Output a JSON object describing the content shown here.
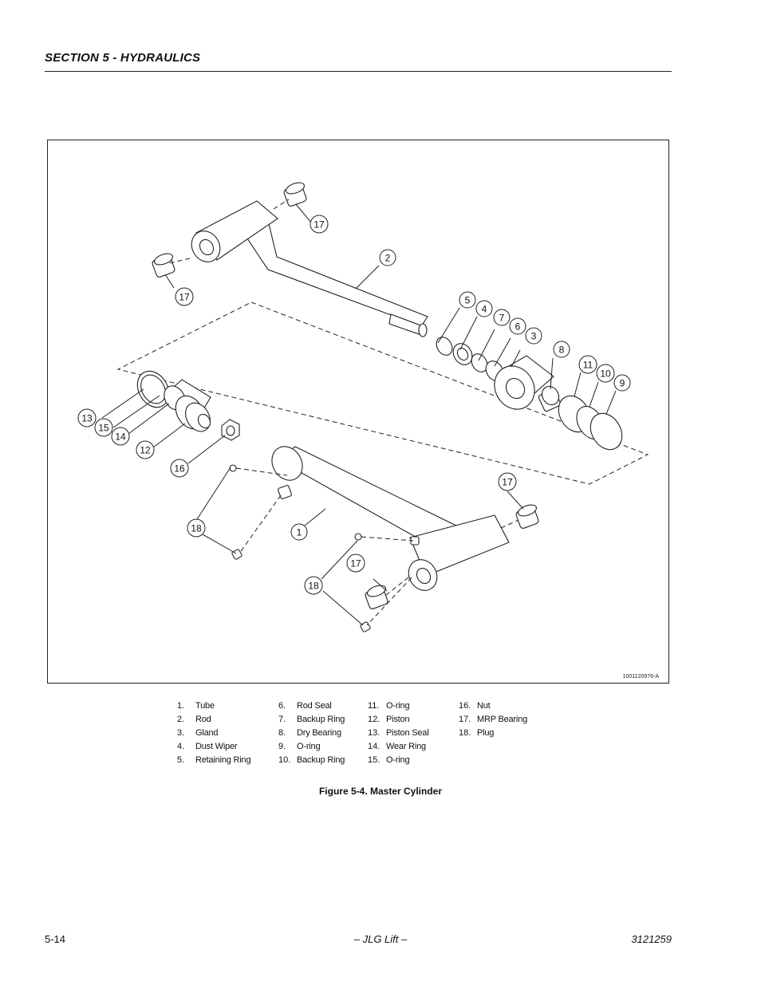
{
  "header": {
    "section_title": "SECTION 5 - HYDRAULICS"
  },
  "figure": {
    "drawing_number": "1001120976-A",
    "callouts": [
      "17",
      "2",
      "17",
      "5",
      "4",
      "7",
      "6",
      "3",
      "8",
      "11",
      "10",
      "9",
      "13",
      "15",
      "14",
      "12",
      "16",
      "17",
      "18",
      "1",
      "17",
      "18"
    ]
  },
  "legend": {
    "columns": [
      [
        {
          "num": "1.",
          "label": "Tube"
        },
        {
          "num": "2.",
          "label": "Rod"
        },
        {
          "num": "3.",
          "label": "Gland"
        },
        {
          "num": "4.",
          "label": "Dust Wiper"
        },
        {
          "num": "5.",
          "label": "Retaining Ring"
        }
      ],
      [
        {
          "num": "6.",
          "label": "Rod Seal"
        },
        {
          "num": "7.",
          "label": "Backup Ring"
        },
        {
          "num": "8.",
          "label": "Dry Bearing"
        },
        {
          "num": "9.",
          "label": "O-ring"
        },
        {
          "num": "10.",
          "label": "Backup Ring"
        }
      ],
      [
        {
          "num": "11.",
          "label": "O-ring"
        },
        {
          "num": "12.",
          "label": "Piston"
        },
        {
          "num": "13.",
          "label": "Piston Seal"
        },
        {
          "num": "14.",
          "label": "Wear Ring"
        },
        {
          "num": "15.",
          "label": "O-ring"
        }
      ],
      [
        {
          "num": "16.",
          "label": "Nut"
        },
        {
          "num": "17.",
          "label": "MRP Bearing"
        },
        {
          "num": "18.",
          "label": "Plug"
        }
      ]
    ]
  },
  "caption": "Figure 5-4.  Master Cylinder",
  "footer": {
    "page": "5-14",
    "center": "– JLG Lift –",
    "doc_number": "3121259"
  }
}
